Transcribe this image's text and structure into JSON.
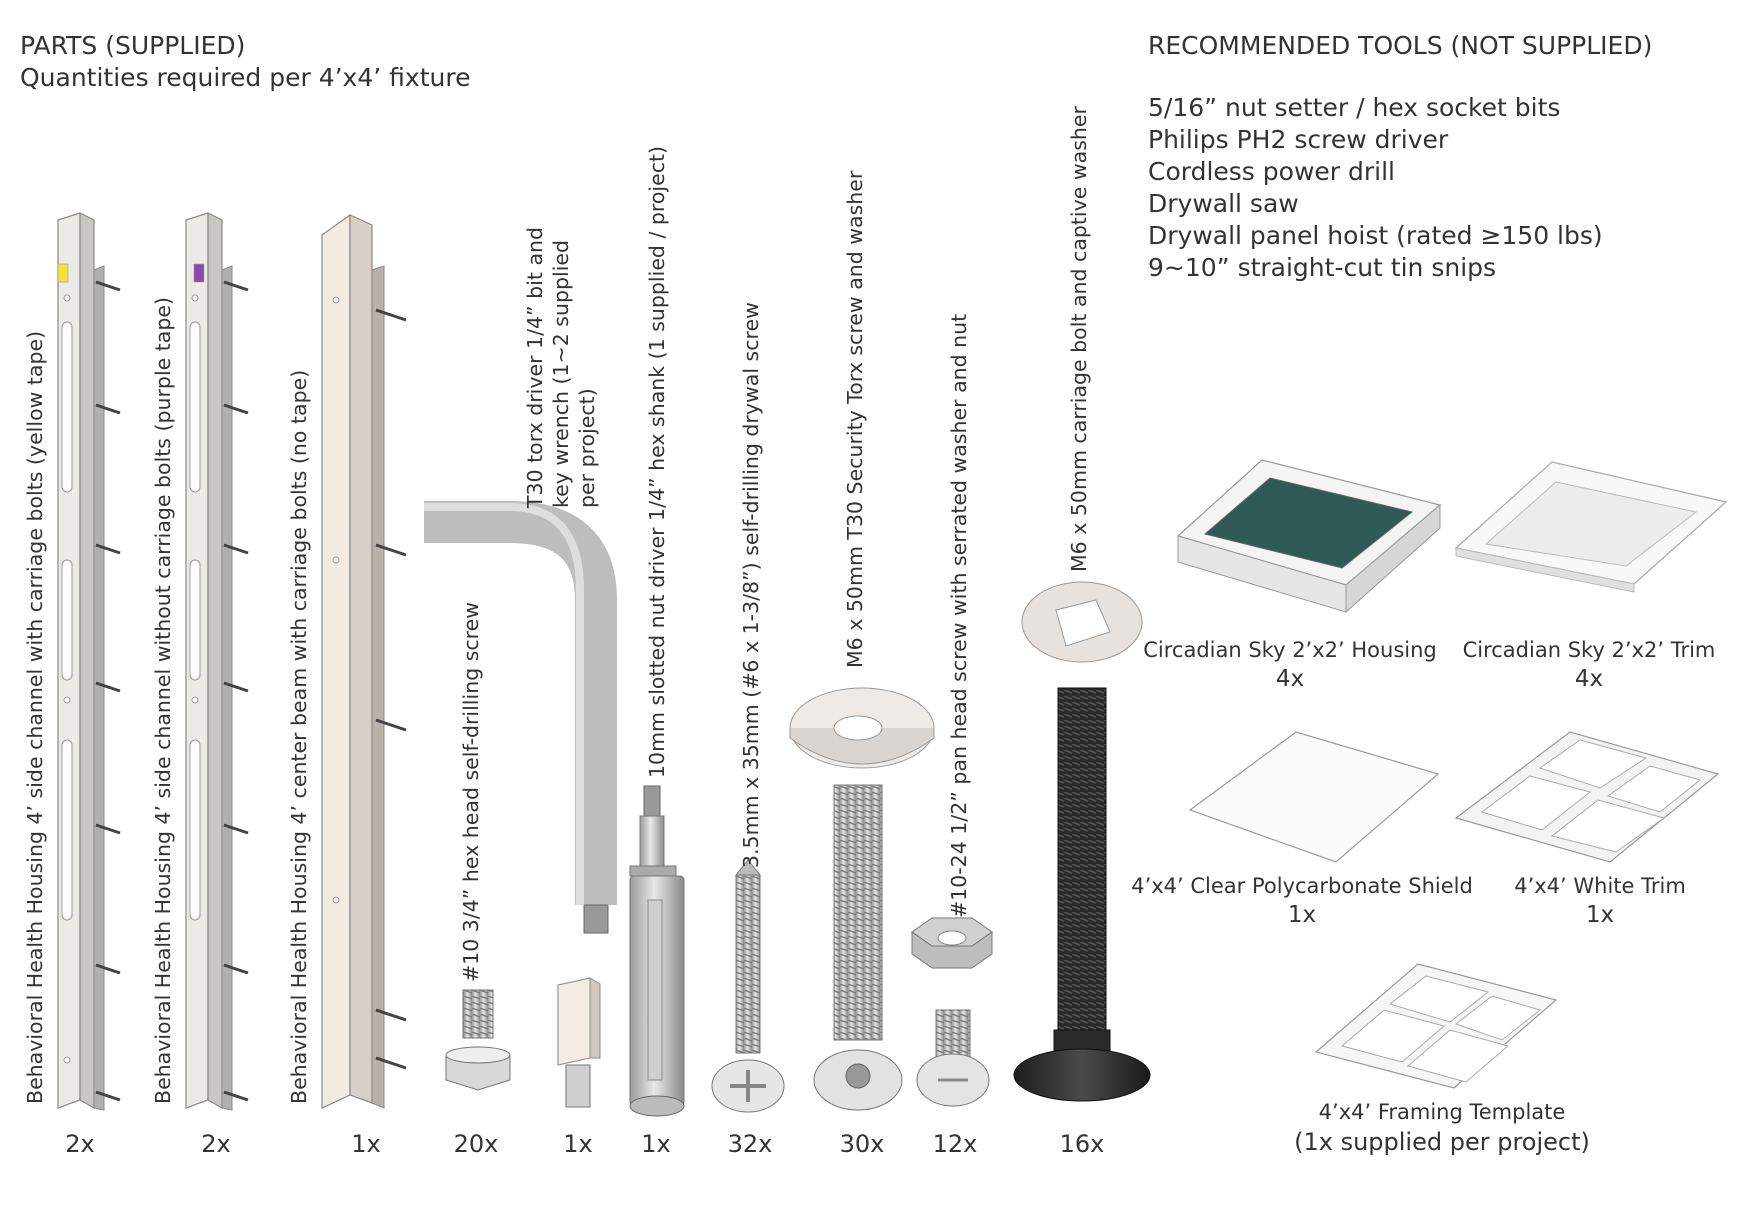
{
  "parts": {
    "title": "PARTS (SUPPLIED)",
    "subtitle": "Quantities required per 4’x4’ fixture",
    "items": [
      {
        "label": "Behavioral Health Housing 4’ side channel with carriage bolts (yellow tape)",
        "qty": "2x",
        "tape_color": "#f2e23a"
      },
      {
        "label": "Behavioral Health Housing 4’ side channel without carriage bolts (purple tape)",
        "qty": "2x",
        "tape_color": "#8a4aa8"
      },
      {
        "label": "Behavioral Health Housing 4’ center beam with carriage bolts (no tape)",
        "qty": "1x"
      },
      {
        "label": "#10 3/4” hex head self-drilling screw",
        "qty": "20x"
      },
      {
        "label": "T30 torx driver 1/4” bit and\nkey wrench (1~2 supplied\nper project)",
        "qty": "1x"
      },
      {
        "label": "10mm slotted nut driver 1/4” hex shank (1 supplied / project)",
        "qty": "1x"
      },
      {
        "label": "3.5mm x 35mm (#6 x 1-3/8”) self-drilling drywal screw",
        "qty": "32x"
      },
      {
        "label": "M6 x 50mm T30 Security Torx screw and washer",
        "qty": "30x"
      },
      {
        "label": "#10-24 1/2” pan head screw with serrated washer and nut",
        "qty": "12x"
      },
      {
        "label": "M6 x 50mm carriage bolt and captive washer",
        "qty": "16x"
      }
    ]
  },
  "tools": {
    "title": "RECOMMENDED TOOLS (NOT SUPPLIED)",
    "items": [
      "5/16” nut setter / hex socket bits",
      "Philips PH2 screw driver",
      "Cordless power drill",
      "Drywall saw",
      "Drywall panel hoist (rated ≥150 lbs)",
      "9~10” straight-cut tin snips"
    ]
  },
  "components": [
    {
      "name": "Circadian Sky 2’x2’ Housing",
      "qty": "4x",
      "lens_color": "#2f5a55"
    },
    {
      "name": "Circadian Sky 2’x2’ Trim",
      "qty": "4x"
    },
    {
      "name": "4’x4’ Clear Polycarbonate Shield",
      "qty": "1x"
    },
    {
      "name": "4’x4’ White Trim",
      "qty": "1x"
    },
    {
      "name": "4’x4’ Framing Template",
      "qty": "(1x supplied per project)"
    }
  ]
}
